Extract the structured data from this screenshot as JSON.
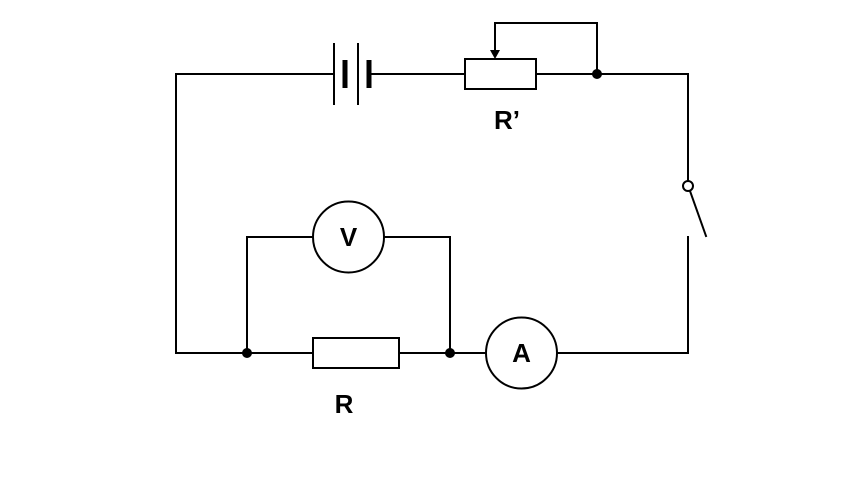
{
  "labels": {
    "rheostat": "R’",
    "resistor": "R",
    "voltmeter": "V",
    "ammeter": "A"
  },
  "colors": {
    "stroke": "#000000",
    "background": "#ffffff"
  }
}
